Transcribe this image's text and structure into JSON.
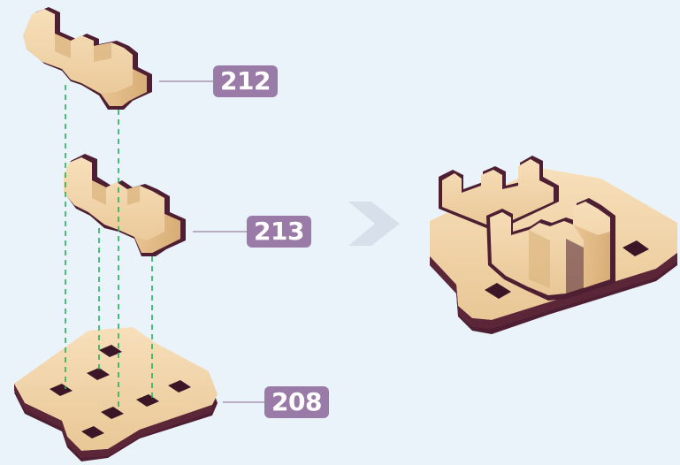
{
  "parts": [
    {
      "id": "212",
      "label": "212"
    },
    {
      "id": "213",
      "label": "213"
    },
    {
      "id": "208",
      "label": "208"
    }
  ],
  "colors": {
    "background": "#eaf3fa",
    "wood_top": "#f3d7ad",
    "wood_side": "#e6c08e",
    "wood_layer": "#4e1f32",
    "guide_line": "#1fb35a",
    "label_bg": "#9a7aa6",
    "leader_line": "#a796b2",
    "arrow": "#d7e0ea"
  },
  "icons": [
    "next-step-arrow-icon"
  ]
}
